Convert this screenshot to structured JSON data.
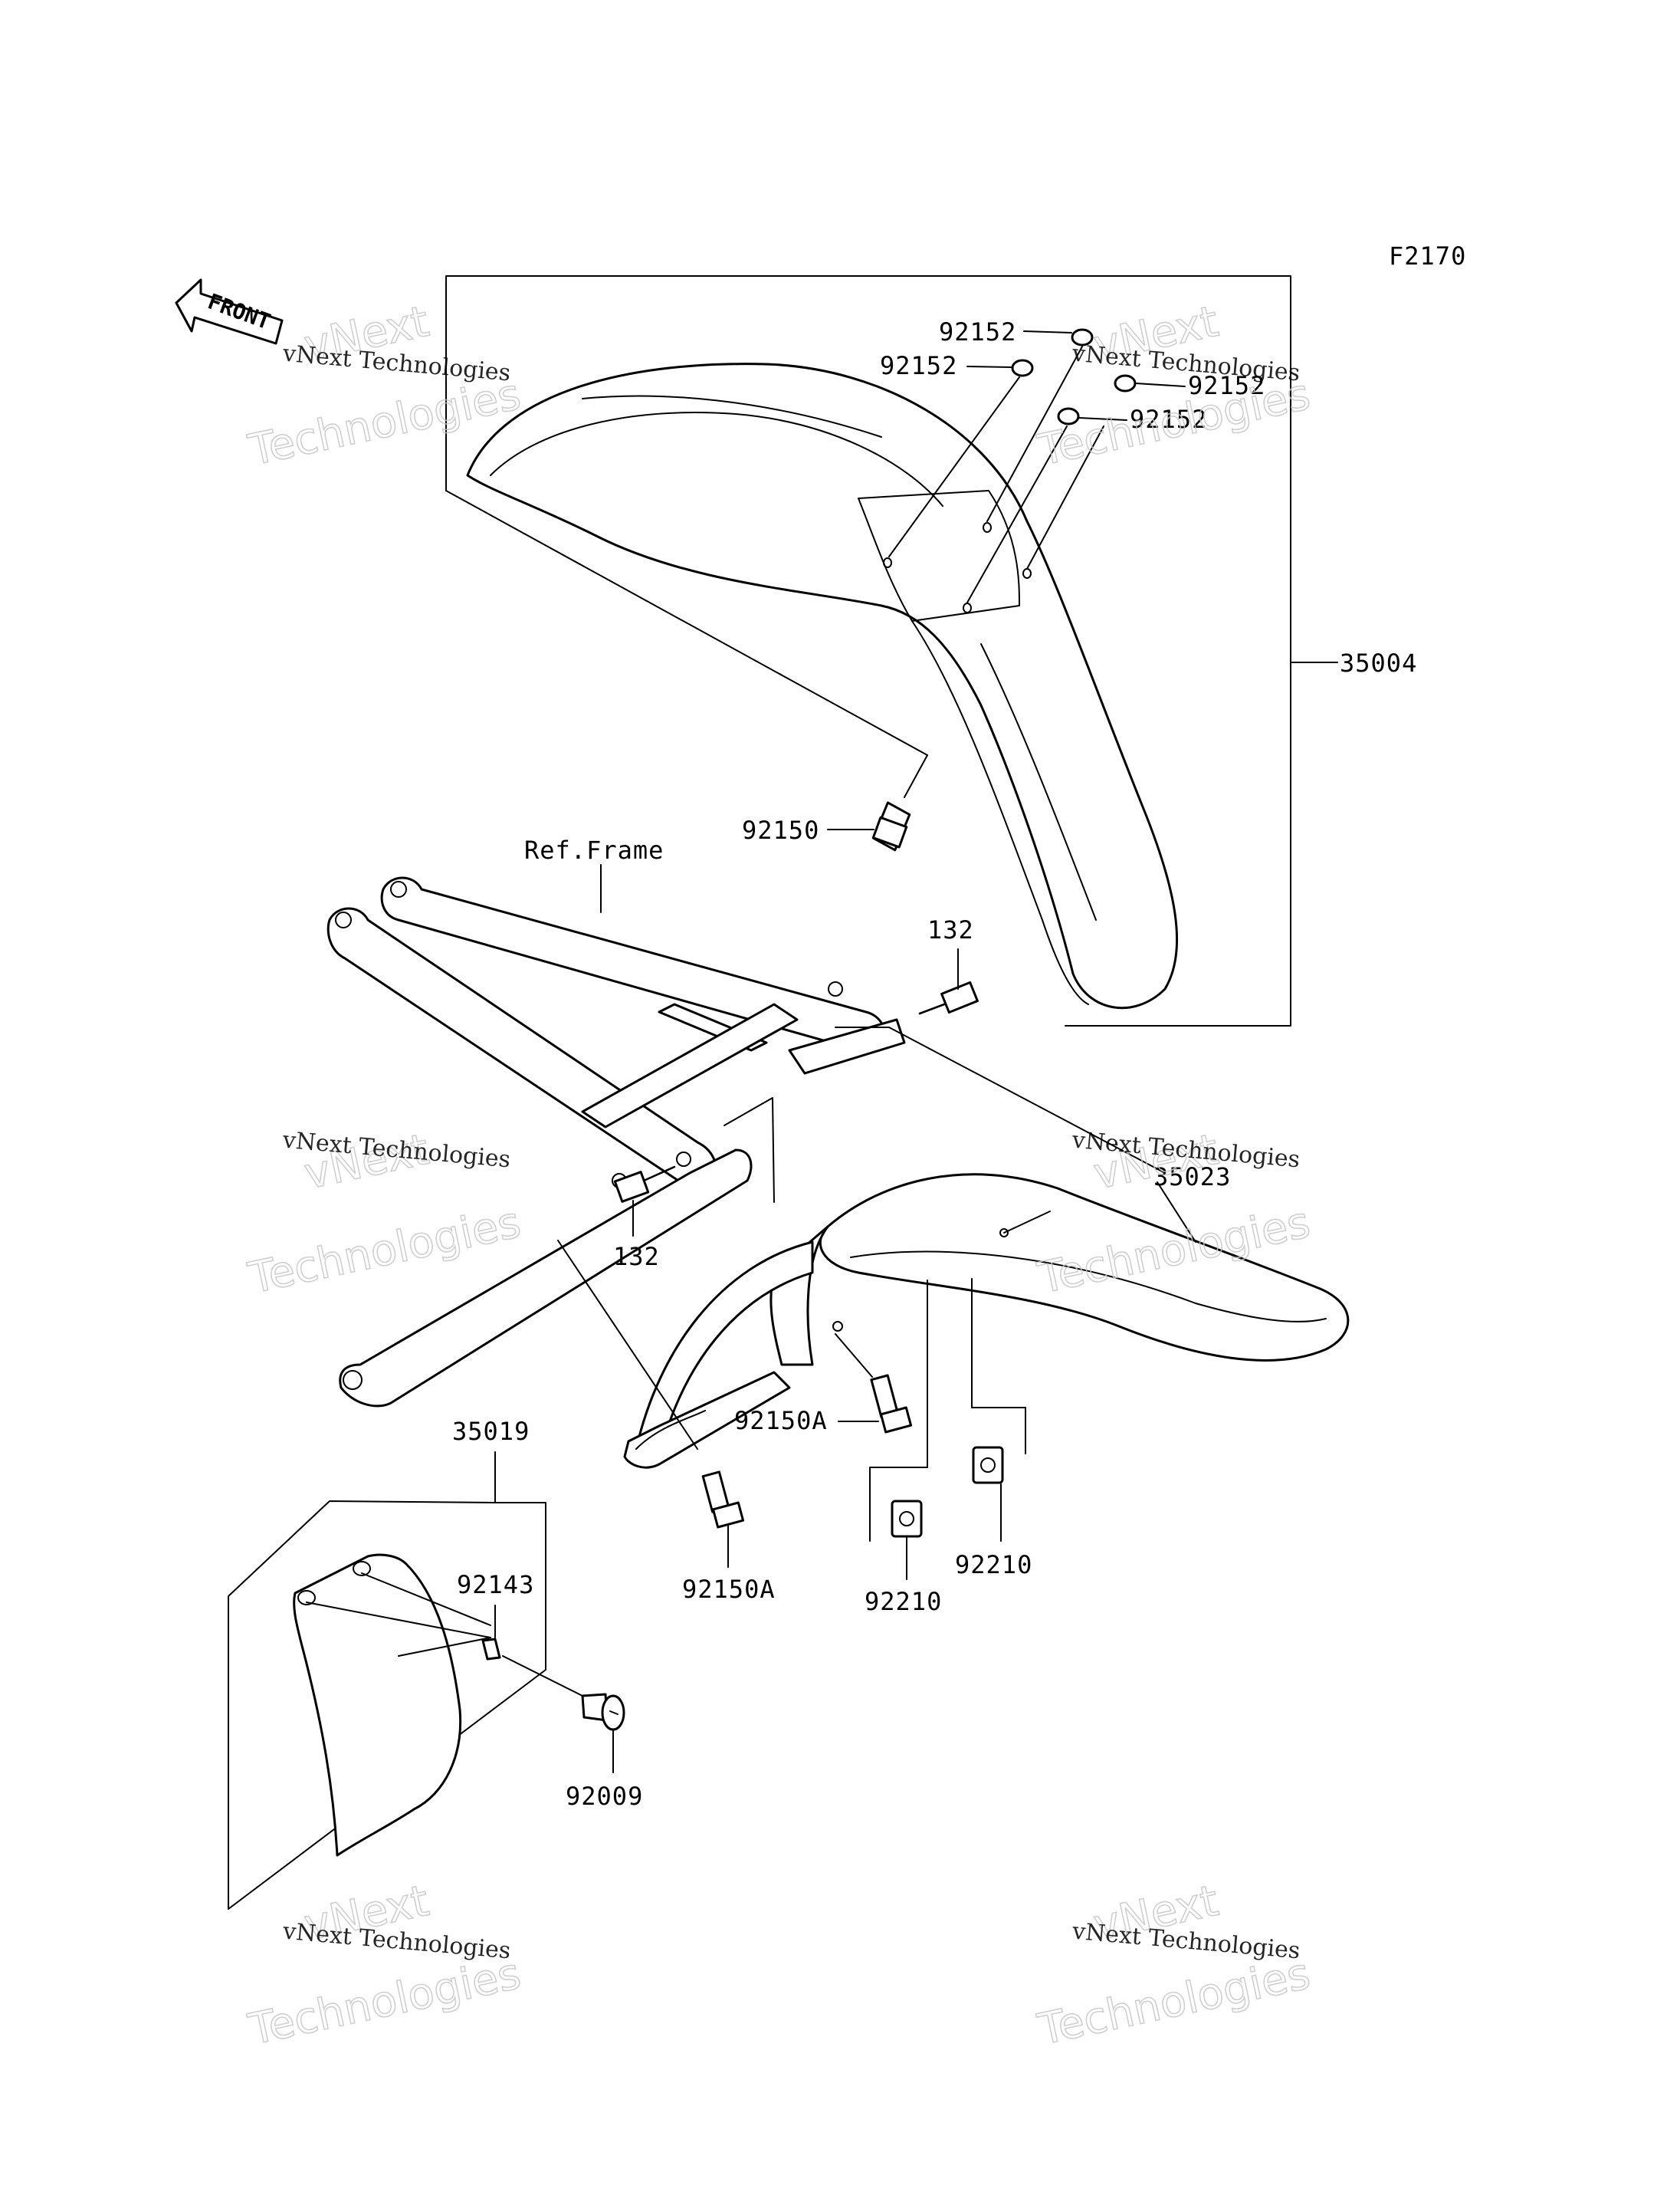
{
  "figure_code": "F2170",
  "front_label": "FRONT",
  "ref_frame_label": "Ref.Frame",
  "watermark": {
    "brand": "vNext",
    "word": "Technologies",
    "line": "vNext Technologies"
  },
  "callouts": {
    "p92152_a": "92152",
    "p92152_b": "92152",
    "p92152_c": "92152",
    "p92152_d": "92152",
    "p35004": "35004",
    "p92150": "92150",
    "p132_a": "132",
    "p132_b": "132",
    "p35023": "35023",
    "p92150A_a": "92150A",
    "p92150A_b": "92150A",
    "p35019": "35019",
    "p92143": "92143",
    "p92009": "92009",
    "p92210_a": "92210",
    "p92210_b": "92210"
  }
}
